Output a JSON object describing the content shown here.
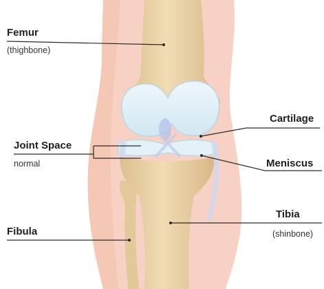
{
  "labels": {
    "femur": {
      "name": "Femur",
      "note": "(thighbone)"
    },
    "cartilage": {
      "name": "Cartilage"
    },
    "joint_space": {
      "name": "Joint Space",
      "note": "normal"
    },
    "meniscus": {
      "name": "Meniscus"
    },
    "tibia": {
      "name": "Tibia",
      "note": "(shinbone)"
    },
    "fibula": {
      "name": "Fibula"
    }
  },
  "colors": {
    "skin": "#f7d2c4",
    "bone": "#ead0a2",
    "bone_shadow": "#d9b987",
    "cartilage": "#dcedf5",
    "cartilage_edge": "#b9d6e6",
    "ligament": "#cfd8ee"
  }
}
